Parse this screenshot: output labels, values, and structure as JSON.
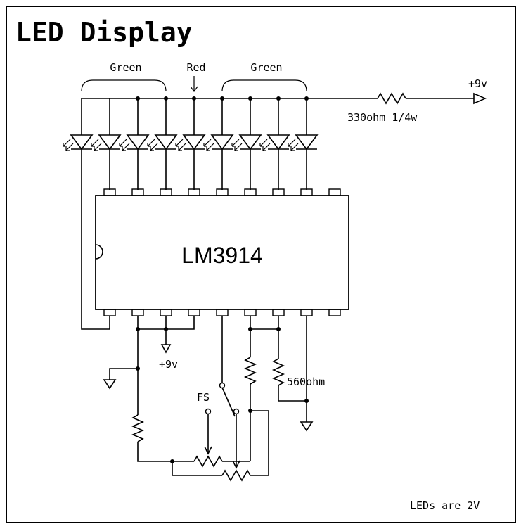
{
  "title": "LED Display",
  "labels": {
    "green_left": "Green",
    "red": "Red",
    "green_right": "Green",
    "supply_top": "+9v",
    "resistor_top": "330ohm 1/4w",
    "chip": "LM3914",
    "supply_bottom": "+9v",
    "resistor_560": "560ohm",
    "switch": "FS",
    "note": "LEDs are 2V"
  }
}
